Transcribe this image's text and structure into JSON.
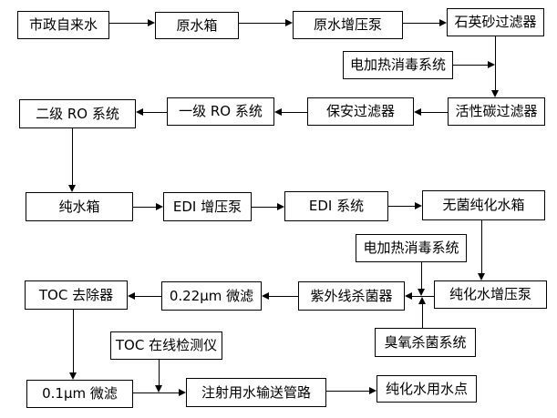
{
  "diagram": {
    "type": "flowchart",
    "subject": "water purification / water-for-injection process flow",
    "colors": {
      "background": "#ffffff",
      "box_fill": "#ffffff",
      "box_border": "#000000",
      "line": "#000000",
      "text": "#000000"
    },
    "nodes": {
      "municipal_tap_water": "市政自来水",
      "raw_water_tank": "原水箱",
      "raw_water_booster_pump": "原水增压泵",
      "quartz_sand_filter": "石英砂过滤器",
      "electric_heating_disinfection_1": "电加热消毒系统",
      "ro_stage_2": "二级 RO 系统",
      "ro_stage_1": "一级 RO 系统",
      "security_filter": "保安过滤器",
      "activated_carbon_filter": "活性碳过滤器",
      "pure_water_tank": "纯水箱",
      "edi_booster_pump": "EDI 增压泵",
      "edi_system": "EDI 系统",
      "sterile_purified_water_tank": "无菌纯化水箱",
      "electric_heating_disinfection_2": "电加热消毒系统",
      "toc_remover": "TOC 去除器",
      "filter_0_22um": "0.22μm 微滤",
      "uv_sterilizer": "紫外线杀菌器",
      "purified_water_booster_pump": "纯化水增压泵",
      "toc_online_monitor": "TOC 在线检测仪",
      "ozone_sterilization_system": "臭氧杀菌系统",
      "filter_0_1um": "0.1μm 微滤",
      "wfi_transfer_pipeline": "注射用水输送管路",
      "purified_water_use_point": "纯化水用水点"
    },
    "edges": [
      "市政自来水 → 原水箱",
      "原水箱 → 原水增压泵",
      "原水增压泵 → 石英砂过滤器",
      "石英砂过滤器 → 活性碳过滤器",
      "电加热消毒系统 → (石英砂过滤器→活性碳过滤器 管线)",
      "活性碳过滤器 → 保安过滤器",
      "保安过滤器 → 一级 RO 系统",
      "一级 RO 系统 → 二级 RO 系统",
      "二级 RO 系统 → 纯水箱",
      "纯水箱 → EDI 增压泵",
      "EDI 增压泵 → EDI 系统",
      "EDI 系统 → 无菌纯化水箱",
      "无菌纯化水箱 → 纯化水增压泵",
      "电加热消毒系统 → (纯化水增压泵→紫外线杀菌器 管线)",
      "臭氧杀菌系统 → (纯化水增压泵→紫外线杀菌器 管线)",
      "纯化水增压泵 → 紫外线杀菌器",
      "紫外线杀菌器 → 0.22μm 微滤",
      "0.22μm 微滤 → TOC 去除器",
      "TOC 去除器 → 0.1μm 微滤",
      "TOC 在线检测仪 → (0.1μm 微滤→注射用水输送管路 管线)",
      "0.1μm 微滤 → 注射用水输送管路",
      "注射用水输送管路 → 纯化水用水点"
    ]
  }
}
